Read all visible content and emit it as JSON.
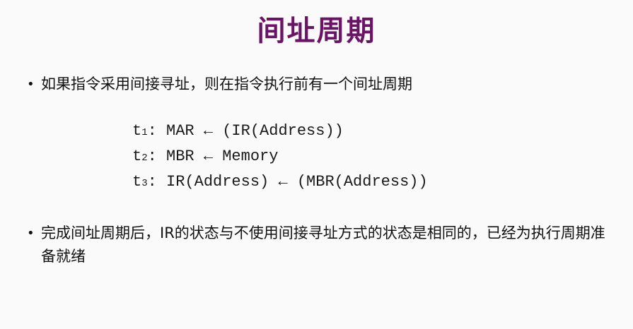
{
  "slide": {
    "title": "间址周期",
    "bullets": [
      "如果指令采用间接寻址，则在指令执行前有一个间址周期",
      "完成间址周期后，IR的状态与不使用间接寻址方式的状态是相同的，已经为执行周期准备就绪"
    ],
    "bullet_symbol": "•",
    "micro_ops": [
      {
        "t": "t",
        "sub": "1",
        "op": ": MAR ← (IR(Address))"
      },
      {
        "t": "t",
        "sub": "2",
        "op": ": MBR ← Memory"
      },
      {
        "t": "t",
        "sub": "3",
        "op": ": IR(Address) ← (MBR(Address))"
      }
    ]
  },
  "colors": {
    "title": "#6b1466",
    "background": "#fafafa",
    "text": "#111111"
  }
}
